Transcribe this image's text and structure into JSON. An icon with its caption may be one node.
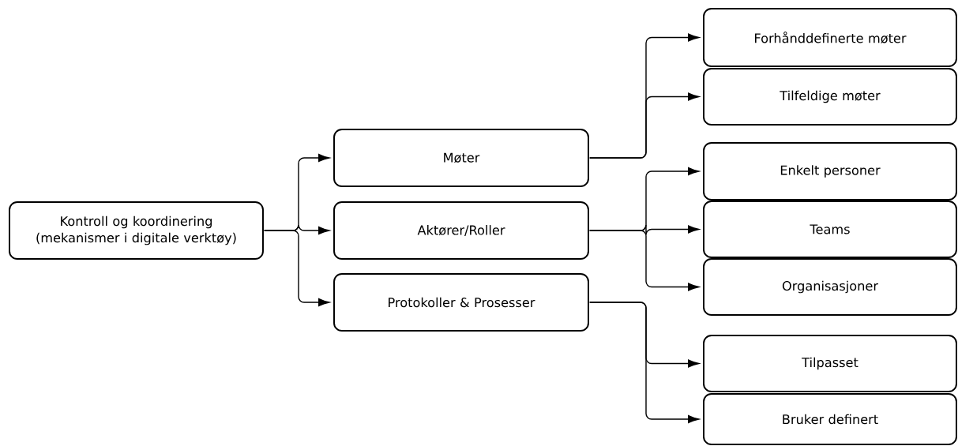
{
  "diagram": {
    "nodes": [
      {
        "text": [
          "Kontroll og koordinering (mekanismer i digitale verktøy)"
        ]
      },
      {
        "text": [
          "Møter"
        ]
      },
      {
        "text": [
          "Aktører/Roller"
        ]
      },
      {
        "text": [
          "Protokoller & Prosesser"
        ]
      },
      {
        "text": [
          "Forhånddefinerte møter"
        ]
      },
      {
        "text": [
          "Tilfeldige møter"
        ]
      },
      {
        "text": [
          "Enkelt personer"
        ]
      },
      {
        "text": [
          "Teams"
        ]
      },
      {
        "text": [
          "Organisasjoner"
        ]
      },
      {
        "text": [
          "Tilpasset"
        ]
      },
      {
        "text": [
          "Bruker definert"
        ]
      }
    ],
    "edges": [
      {
        "from": 0,
        "to": 1,
        "arrow": "to"
      },
      {
        "from": 0,
        "to": 2,
        "arrow": "to"
      },
      {
        "from": 0,
        "to": 3,
        "arrow": "to"
      },
      {
        "from": 1,
        "to": 4,
        "arrow": "to"
      },
      {
        "from": 1,
        "to": 5,
        "arrow": "to"
      },
      {
        "from": 2,
        "to": 6,
        "arrow": "to"
      },
      {
        "from": 2,
        "to": 7,
        "arrow": "to"
      },
      {
        "from": 2,
        "to": 8,
        "arrow": "to"
      },
      {
        "from": 3,
        "to": 9,
        "arrow": "to"
      },
      {
        "from": 3,
        "to": 10,
        "arrow": "to"
      }
    ]
  }
}
